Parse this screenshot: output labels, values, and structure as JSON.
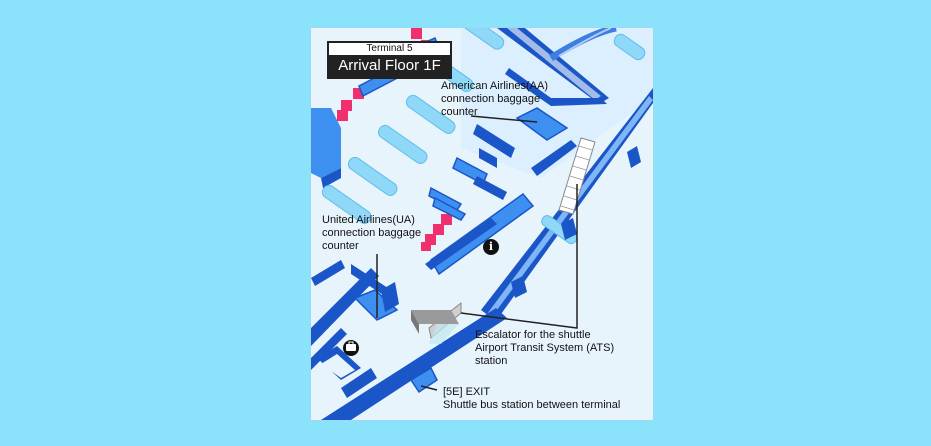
{
  "map": {
    "terminal": "Terminal 5",
    "floor": "Arrival Floor 1F",
    "labels": {
      "american_line1": "American Airlines(AA)",
      "american_line2": "connection baggage",
      "american_line3": "counter",
      "united_line1": "United Airlines(UA)",
      "united_line2": "connection baggage",
      "united_line3": "counter",
      "escalator_line1": "Escalator for the shuttle",
      "escalator_line2": "Airport Transit System (ATS)",
      "escalator_line3": "station",
      "exit_line1": "[5E] EXIT",
      "exit_line2": "Shuttle bus station between terminal"
    },
    "icons": {
      "info": "i",
      "info_icon_name": "information-icon",
      "baggage_icon_name": "baggage-claim-icon"
    },
    "colors": {
      "background": "#8be2fb",
      "floor": "#e8f4fc",
      "wall_dark": "#1a56c8",
      "counter_blue": "#3d8ff0",
      "carousel": "#8fd8f8",
      "pink_counter": "#f0306e"
    }
  }
}
